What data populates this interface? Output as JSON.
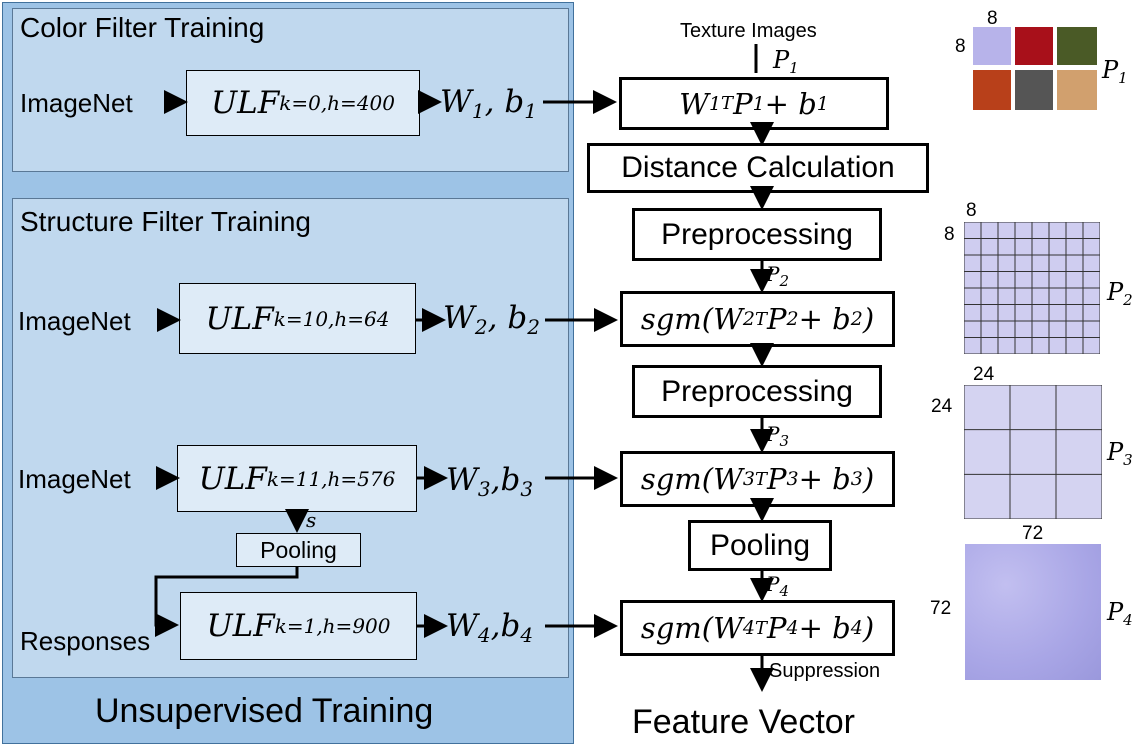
{
  "outer_title": "Unsupervised Training",
  "color_panel": {
    "title": "Color Filter Training",
    "source": "ImageNet",
    "ulf": {
      "base": "ULF",
      "sub": "k=0,h=400"
    },
    "output": {
      "w": "W",
      "b": "b",
      "idx": "1"
    }
  },
  "structure_panel": {
    "title": "Structure Filter Training",
    "rows": [
      {
        "source": "ImageNet",
        "ulf": {
          "base": "ULF",
          "sub": "k=10,h=64"
        },
        "output": {
          "w": "W",
          "b": "b",
          "idx": "2"
        }
      },
      {
        "source": "ImageNet",
        "ulf": {
          "base": "ULF",
          "sub": "k=11,h=576"
        },
        "output": {
          "w": "W",
          "b": "b",
          "idx": "3"
        }
      },
      {
        "source": "Responses",
        "ulf": {
          "base": "ULF",
          "sub": "k=1,h=900"
        },
        "output": {
          "w": "W",
          "b": "b",
          "idx": "4"
        }
      }
    ],
    "s_label": "s",
    "pooling": "Pooling"
  },
  "pipeline": {
    "input": "Texture Images",
    "f1": {
      "pre": "W",
      "idx": "1",
      "sup": "T",
      "mid": "P",
      "post": " + b"
    },
    "distance": "Distance Calculation",
    "pre1": "Preprocessing",
    "f2": {
      "pre": "sgm(W",
      "idx": "2",
      "sup": "T",
      "mid": "P",
      "post": " + b",
      "end": ")"
    },
    "pre2": "Preprocessing",
    "f3": {
      "pre": "sgm(W",
      "idx": "3",
      "sup": "T",
      "mid": "P",
      "post": " + b",
      "end": ")"
    },
    "pooling": "Pooling",
    "f4": {
      "pre": "sgm(W",
      "idx": "4",
      "sup": "T",
      "mid": "P",
      "post": " + b",
      "end": ")"
    },
    "suppression": "Suppression",
    "output": "Feature Vector",
    "patch_labels": [
      {
        "p": "P",
        "idx": "1"
      },
      {
        "p": "P",
        "idx": "2"
      },
      {
        "p": "P",
        "idx": "3"
      },
      {
        "p": "P",
        "idx": "4"
      }
    ]
  },
  "patches": [
    {
      "label": {
        "p": "P",
        "idx": "1"
      },
      "top": "8",
      "left": "8",
      "colors": [
        "#b7b3ea",
        "#a8101a",
        "#4a5a26",
        "#b8401a",
        "#555555",
        "#d1a06e"
      ]
    },
    {
      "label": {
        "p": "P",
        "idx": "2"
      },
      "top": "8",
      "left": "8",
      "grid": 8,
      "fill": "#cfcdf0"
    },
    {
      "label": {
        "p": "P",
        "idx": "3"
      },
      "top": "24",
      "left": "24",
      "grid": 3,
      "fill": "#d4d3f1"
    },
    {
      "label": {
        "p": "P",
        "idx": "4"
      },
      "top": "72",
      "left": "72",
      "fill": "#a9a6e6"
    }
  ]
}
